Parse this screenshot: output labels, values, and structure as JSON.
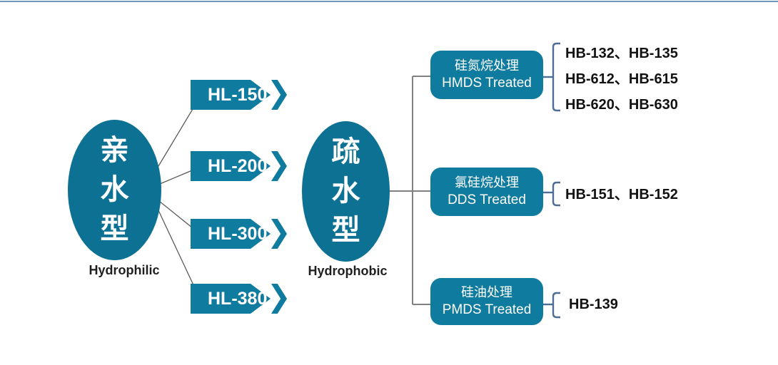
{
  "colors": {
    "teal_ellipse": "#0d7194",
    "teal_shape": "#0f7b9e",
    "connector_gray": "#808080",
    "fan_line_gray": "#5a5a5a",
    "bracket_blue": "#4e6d94",
    "dot_brown": "#4d4440",
    "top_border": "#7296b4",
    "text_dark": "#1f1f1f"
  },
  "hydrophilic": {
    "zh": "亲水型",
    "en": "Hydrophilic",
    "products": [
      "HL-150",
      "HL-200",
      "HL-300",
      "HL-380"
    ]
  },
  "hydrophobic": {
    "zh": "疏水型",
    "en": "Hydrophobic",
    "treatments": [
      {
        "zh": "硅氮烷处理",
        "en": "HMDS Treated",
        "codes": [
          "HB-132、HB-135",
          "HB-612、HB-615",
          "HB-620、HB-630"
        ]
      },
      {
        "zh": "氯硅烷处理",
        "en": "DDS Treated",
        "codes": [
          "HB-151、HB-152"
        ]
      },
      {
        "zh": "硅油处理",
        "en": "PMDS Treated",
        "codes": [
          "HB-139"
        ]
      }
    ]
  }
}
